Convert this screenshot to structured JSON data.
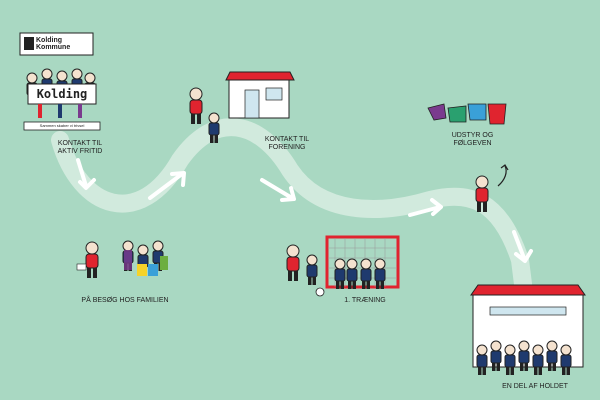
{
  "logo": {
    "name_line1": "Kolding",
    "name_line2": "Kommune"
  },
  "group_sign": {
    "text": "Kolding"
  },
  "group_banner": {
    "text": "Sammen skaber vi trivsel"
  },
  "steps": [
    {
      "label": "Kontakt til aktiv fritid"
    },
    {
      "label": "På besøg hos familien"
    },
    {
      "label": "Kontakt til forening"
    },
    {
      "label": "1. træning"
    },
    {
      "label": "Udstyr og følgeven"
    },
    {
      "label": "En del af holdet"
    }
  ],
  "colors": {
    "background": "#a9d8c2",
    "path": "#d8ede2",
    "roof": "#e0242f",
    "arrow": "#ffffff",
    "outline": "#222222"
  },
  "icons": [
    "kolding-logo",
    "arrow-icon",
    "house-icon",
    "football-goal-icon",
    "clothes-icon",
    "football-icon"
  ]
}
